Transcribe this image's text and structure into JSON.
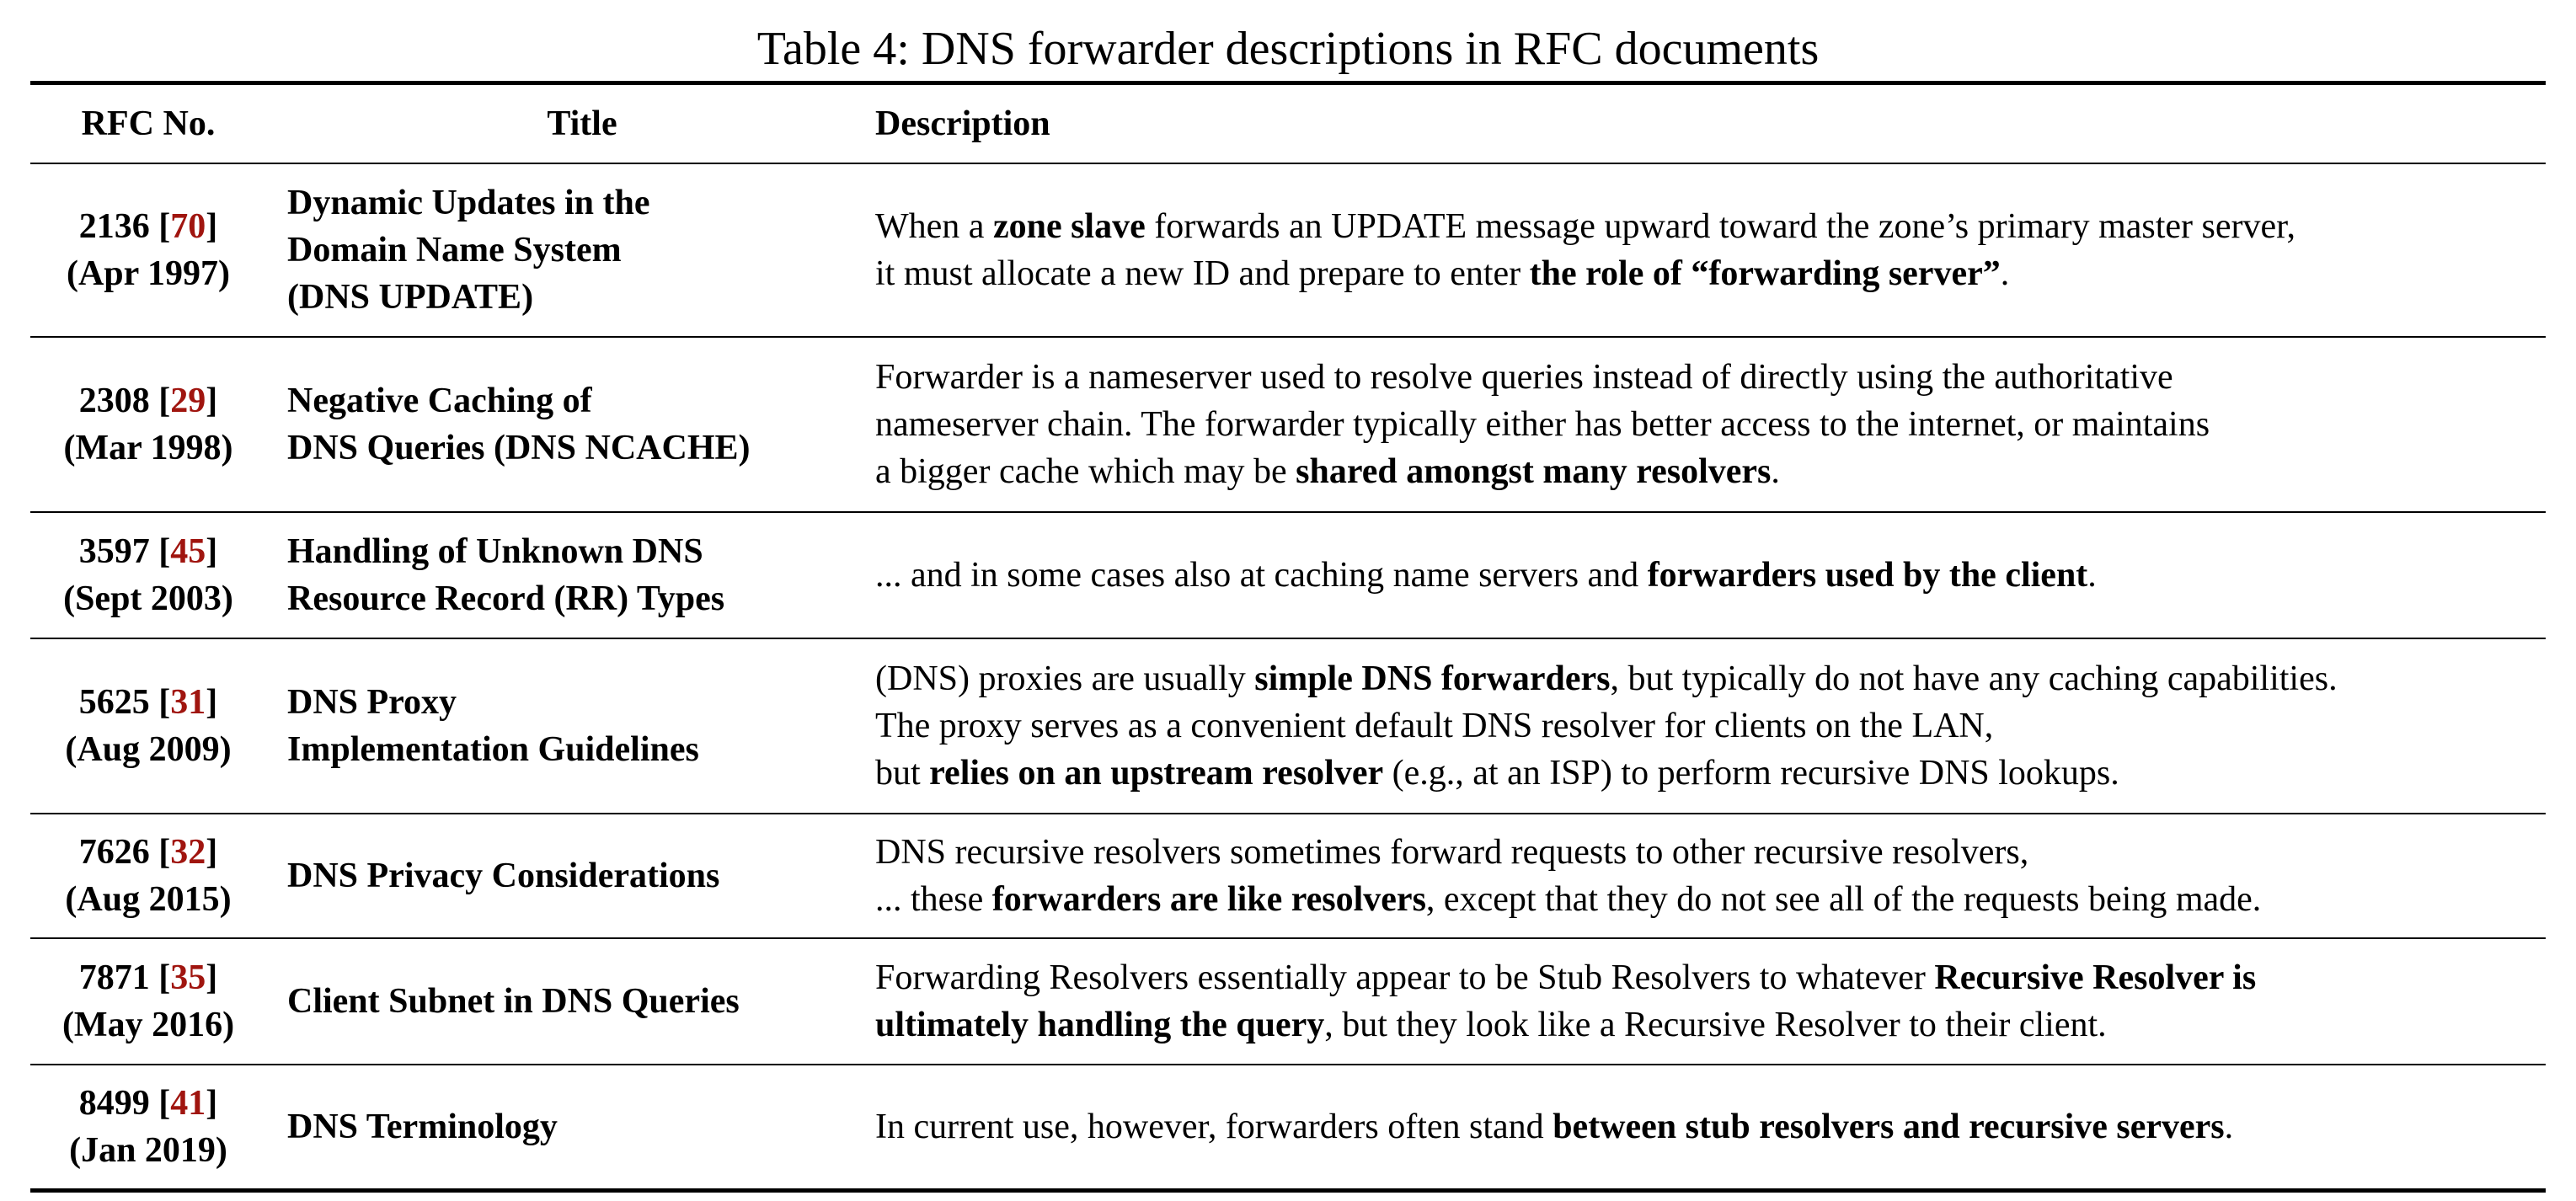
{
  "caption": "Table 4: DNS forwarder descriptions in RFC documents",
  "headers": {
    "rfc": "RFC No.",
    "title": "Title",
    "description": "Description"
  },
  "colors": {
    "reference_link": "#a0150f"
  },
  "rows": [
    {
      "rfc": "2136",
      "ref": "70",
      "date": "(Apr 1997)",
      "title_lines": [
        "Dynamic Updates in the",
        "Domain Name System",
        "(DNS UPDATE)"
      ],
      "desc_lines": [
        [
          {
            "t": "When a ",
            "b": false
          },
          {
            "t": "zone slave",
            "b": true
          },
          {
            "t": " forwards an UPDATE message upward toward the zone’s primary master server,",
            "b": false
          }
        ],
        [
          {
            "t": "it must allocate a new ID and prepare to enter ",
            "b": false
          },
          {
            "t": "the role of “forwarding server”",
            "b": true
          },
          {
            "t": ".",
            "b": false
          }
        ]
      ]
    },
    {
      "rfc": "2308",
      "ref": "29",
      "date": "(Mar 1998)",
      "title_lines": [
        "Negative Caching of",
        "DNS Queries (DNS NCACHE)"
      ],
      "desc_lines": [
        [
          {
            "t": "Forwarder is a nameserver used to resolve queries instead of directly using the authoritative",
            "b": false
          }
        ],
        [
          {
            "t": "nameserver chain.  The forwarder typically either has better access to the internet, or maintains",
            "b": false
          }
        ],
        [
          {
            "t": "a bigger cache which may be ",
            "b": false
          },
          {
            "t": "shared amongst many resolvers",
            "b": true
          },
          {
            "t": ".",
            "b": false
          }
        ]
      ]
    },
    {
      "rfc": "3597",
      "ref": "45",
      "date": "(Sept 2003)",
      "title_lines": [
        "Handling of Unknown DNS",
        "Resource Record (RR) Types"
      ],
      "desc_lines": [
        [
          {
            "t": "... and in some cases also at caching name servers and ",
            "b": false
          },
          {
            "t": "forwarders used by the client",
            "b": true
          },
          {
            "t": ".",
            "b": false
          }
        ]
      ]
    },
    {
      "rfc": "5625",
      "ref": "31",
      "date": "(Aug 2009)",
      "title_lines": [
        "DNS Proxy",
        "Implementation Guidelines"
      ],
      "desc_lines": [
        [
          {
            "t": "(DNS) proxies are usually ",
            "b": false
          },
          {
            "t": "simple DNS forwarders",
            "b": true
          },
          {
            "t": ", but typically do not have any caching capabilities.",
            "b": false
          }
        ],
        [
          {
            "t": "The proxy serves as a convenient default DNS resolver for clients on the LAN,",
            "b": false
          }
        ],
        [
          {
            "t": "but ",
            "b": false
          },
          {
            "t": "relies on an upstream resolver",
            "b": true
          },
          {
            "t": " (e.g., at an ISP) to perform recursive DNS lookups.",
            "b": false
          }
        ]
      ]
    },
    {
      "rfc": "7626",
      "ref": "32",
      "date": "(Aug 2015)",
      "title_lines": [
        "DNS Privacy Considerations"
      ],
      "desc_lines": [
        [
          {
            "t": "DNS recursive resolvers sometimes forward requests to other recursive resolvers,",
            "b": false
          }
        ],
        [
          {
            "t": "... these ",
            "b": false
          },
          {
            "t": "forwarders are like resolvers",
            "b": true
          },
          {
            "t": ", except that they do not see all of the requests being made.",
            "b": false
          }
        ]
      ]
    },
    {
      "rfc": "7871",
      "ref": "35",
      "date": "(May 2016)",
      "title_lines": [
        "Client Subnet in DNS Queries"
      ],
      "desc_lines": [
        [
          {
            "t": "Forwarding Resolvers essentially appear to be Stub Resolvers to whatever ",
            "b": false
          },
          {
            "t": "Recursive Resolver is",
            "b": true
          }
        ],
        [
          {
            "t": "ultimately handling the query",
            "b": true
          },
          {
            "t": ", but they look like a Recursive Resolver to their client.",
            "b": false
          }
        ]
      ]
    },
    {
      "rfc": "8499",
      "ref": "41",
      "date": "(Jan 2019)",
      "title_lines": [
        "DNS Terminology"
      ],
      "desc_lines": [
        [
          {
            "t": "In current use, however, forwarders often stand ",
            "b": false
          },
          {
            "t": "between stub resolvers and recursive servers",
            "b": true
          },
          {
            "t": ".",
            "b": false
          }
        ]
      ]
    }
  ]
}
